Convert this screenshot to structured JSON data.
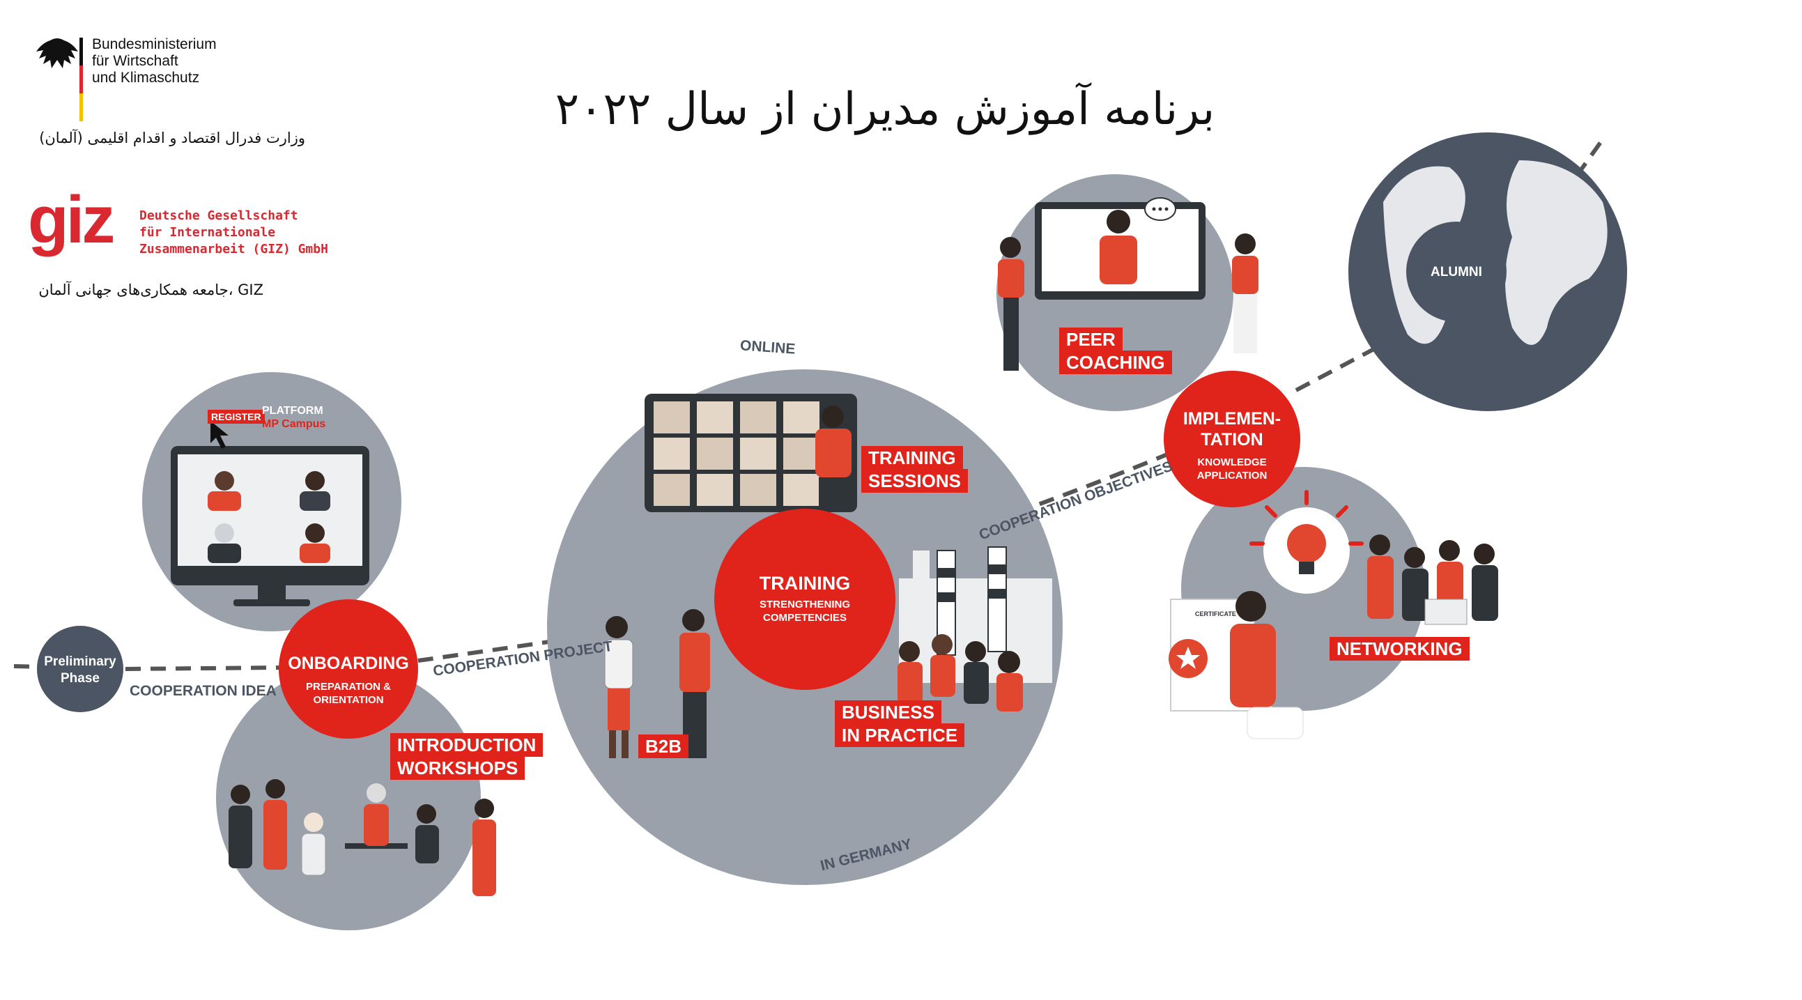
{
  "header": {
    "ministry_lines": [
      "Bundesministerium",
      "für Wirtschaft",
      "und Klimaschutz"
    ],
    "ministry_fa": "وزارت فدرال اقتصاد و اقدام اقلیمی (آلمان)",
    "giz_logo": "giz",
    "giz_lines": [
      "Deutsche Gesellschaft",
      "für Internationale",
      "Zusammenarbeit (GIZ) GmbH"
    ],
    "giz_fa": "GIZ ،جامعه همکاری‌های جهانی آلمان",
    "title": "برنامه آموزش مدیران از سال ۲۰۲۲"
  },
  "diagram": {
    "preliminary": [
      "Preliminary",
      "Phase"
    ],
    "cooperation_idea": "COOPERATION IDEA",
    "cooperation_project": "COOPERATION PROJECT",
    "cooperation_objectives": "COOPERATION OBJECTIVES",
    "onboarding": {
      "title": "ONBOARDING",
      "sub": [
        "PREPARATION &",
        "ORIENTATION"
      ]
    },
    "platform": {
      "register": "REGISTER",
      "line1": "PLATFORM",
      "line2": "MP Campus"
    },
    "introduction": [
      "INTRODUCTION",
      "WORKSHOPS"
    ],
    "online": "ONLINE",
    "in_germany": "IN GERMANY",
    "training": {
      "title": "TRAINING",
      "sub": [
        "STRENGTHENING",
        "COMPETENCIES"
      ]
    },
    "training_sessions": [
      "TRAINING",
      "SESSIONS"
    ],
    "b2b": "B2B",
    "business": [
      "BUSINESS",
      "IN PRACTICE"
    ],
    "peer": [
      "PEER",
      "COACHING"
    ],
    "implementation": {
      "title": [
        "IMPLEMEN-",
        "TATION"
      ],
      "sub": [
        "KNOWLEDGE",
        "APPLICATION"
      ]
    },
    "networking": "NETWORKING",
    "certificate": "CERTIFICATE",
    "alumni": "ALUMNI"
  },
  "colors": {
    "accent_red": "#e0231b",
    "circle_gray": "#9aa1ab",
    "dark_slate": "#4b5563",
    "brand_red": "#d9282f"
  }
}
